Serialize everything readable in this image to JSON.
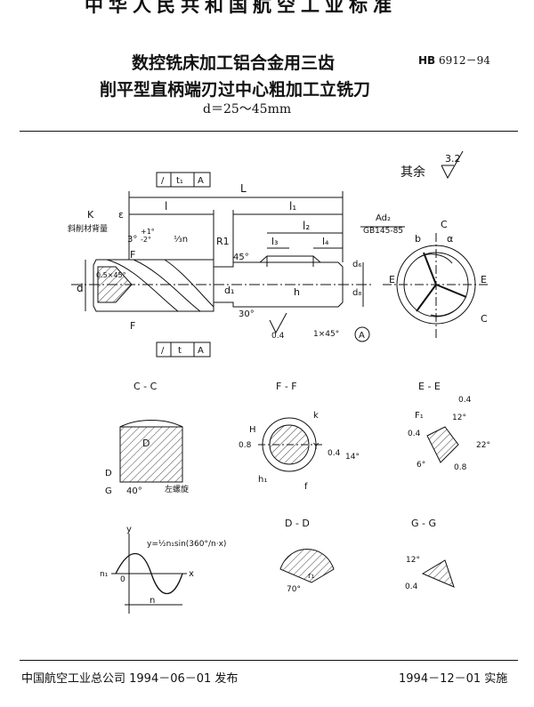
{
  "header": {
    "org": "中华人民共和国航空工业标准",
    "title_line1": "数控铣床加工铝合金用三齿",
    "title_line2": "削平型直柄端刃过中心粗加工立铣刀",
    "subtitle": "d＝25～45mm",
    "code_prefix": "HB",
    "code_number": "6912－94"
  },
  "roughness": {
    "rest_label": "其余",
    "rest_value": "3.2"
  },
  "main_view": {
    "labels": {
      "L": "L",
      "l": "l",
      "l1": "l₁",
      "l2": "l₂",
      "l3": "l₃",
      "l4": "l₄",
      "d": "d",
      "d1": "d₁",
      "h": "h",
      "d6": "d₆",
      "d8": "d₈",
      "K": "K",
      "epsilon": "ε",
      "K_note": "斜削材背量",
      "angle_top": "3°",
      "tol_top": "+1°",
      "tol_bot": "-2°",
      "third_n": "⅓n",
      "R1": "R1",
      "deg45": "45°",
      "deg30": "30°",
      "chamfer_left": "0.5×45°",
      "chamfer_right": "1×45°",
      "F": "F",
      "datum": "A",
      "rough_04": "0.4",
      "ref_Ad2": "Ad₂",
      "ref_gb": "GB145-85",
      "tol_sym": "/",
      "tol_t1": "t₁",
      "tol_t": "t"
    }
  },
  "end_view": {
    "labels": {
      "C": "C",
      "E": "E",
      "b": "b",
      "a": "α"
    }
  },
  "sections": {
    "cc": {
      "title": "C - C",
      "D": "D",
      "G": "G",
      "angle": "40°",
      "note": "左螺旋"
    },
    "ff": {
      "title": "F - F",
      "H": "H",
      "k": "k",
      "r08": "0.8",
      "r04": "0.4",
      "Y": "Y",
      "deg14": "14°",
      "h1": "h₁",
      "f": "f"
    },
    "ee": {
      "title": "E - E",
      "F1": "F₁",
      "r04a": "0.4",
      "r04b": "0.4",
      "r08": "0.8",
      "deg12": "12°",
      "deg22": "22°",
      "deg6": "6°"
    },
    "dd": {
      "title": "D - D",
      "r1": "r₁",
      "deg70": "70°"
    },
    "gg": {
      "title": "G - G",
      "deg12": "12°",
      "r04": "0.4"
    },
    "curve": {
      "eq": "y=½n₁sin(360°/n·x)",
      "y": "y",
      "x": "x",
      "zero": "0",
      "n": "n",
      "n1": "n₁"
    }
  },
  "footer": {
    "publisher": "中国航空工业总公司 1994－06－01 发布",
    "effective": "1994－12－01 实施"
  }
}
